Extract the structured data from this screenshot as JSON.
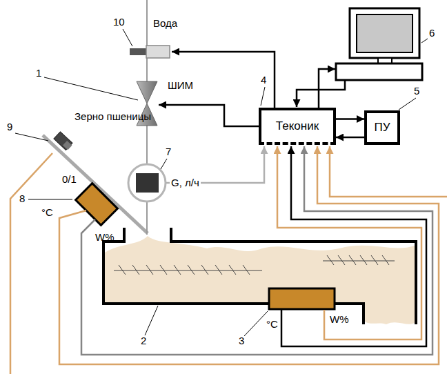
{
  "diagram": {
    "nodes": [
      {
        "text": [
          "Теконик"
        ]
      },
      {
        "text": [
          "ПУ"
        ]
      }
    ],
    "edges": [
      {
        "from": 0,
        "to": 1,
        "arrow": "to"
      },
      {
        "from": 1,
        "to": 0,
        "arrow": "to"
      }
    ],
    "labels": [
      "Вода",
      "10",
      "1",
      "ШИМ",
      "4",
      "5",
      "6",
      "Зерно пшеницы",
      "9",
      "7",
      "G, л/ч",
      "0/1",
      "8",
      "°C",
      "W%",
      "2",
      "3",
      "°C",
      "W%"
    ]
  }
}
